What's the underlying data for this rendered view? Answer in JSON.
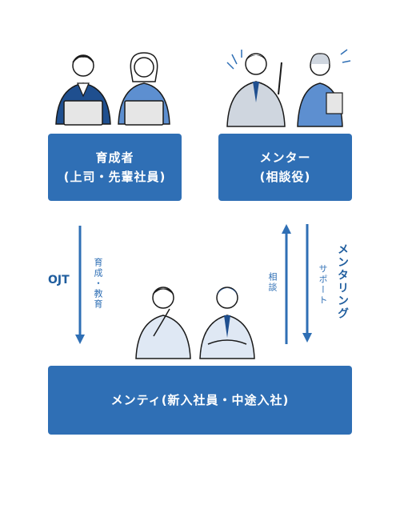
{
  "boxes": {
    "ikusei": {
      "line1": "育成者",
      "line2": "(上司・先輩社員)"
    },
    "mentor": {
      "line1": "メンター",
      "line2": "(相談役)"
    },
    "mentee": {
      "line1": "メンティ(新入社員・中途入社)"
    }
  },
  "labels": {
    "ojt": "OJT",
    "ikusei_kyoiku": "育成・教育",
    "sodan": "相談",
    "support": "サポート",
    "mentoring": "メンタリング"
  },
  "colors": {
    "primary": "#2f6fb5",
    "dark": "#1f5d9e",
    "ink": "#1a1a1a"
  }
}
